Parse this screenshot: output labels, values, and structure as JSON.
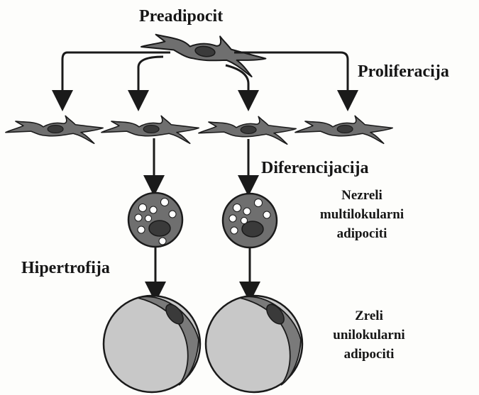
{
  "labels": {
    "preadipocit": "Preadipocit",
    "proliferacija": "Proliferacija",
    "diferencijacija": "Diferencijacija",
    "hipertrofija": "Hipertrofija",
    "immature": [
      "Nezreli",
      "multilokularni",
      "adipociti"
    ],
    "mature": [
      "Zreli",
      "unilokularni",
      "adipociti"
    ]
  },
  "colors": {
    "line": "#1a1a1a",
    "cell_fill": "#6f6f6f",
    "nucleus": "#3a3a3a",
    "droplet": "#ffffff",
    "mature_cell_fill": "#c8c8c8",
    "mature_cap": "#7a7a7a"
  }
}
